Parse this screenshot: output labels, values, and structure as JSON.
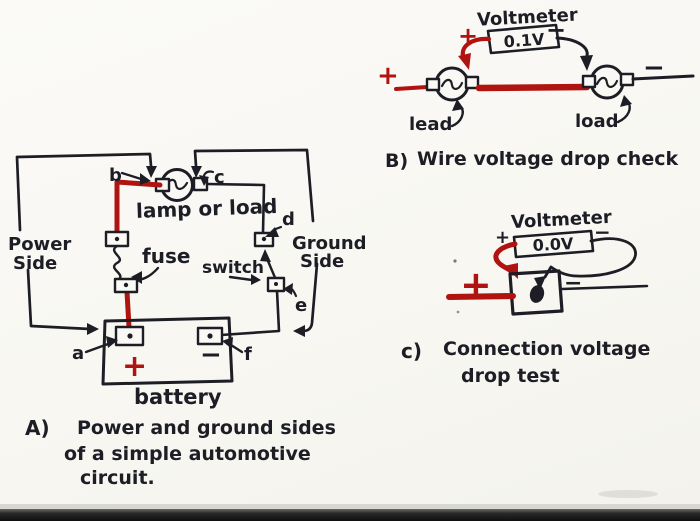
{
  "colors": {
    "ink": "#1d1d25",
    "marker_red": "#b01410",
    "paper": "#f9f8f4"
  },
  "diagram_a": {
    "component_labels": {
      "lamp": "lamp or load",
      "fuse": "fuse",
      "switch": "switch",
      "battery": "battery",
      "power_side_line1": "Power",
      "power_side_line2": "Side",
      "ground_side_line1": "Ground",
      "ground_side_line2": "Side"
    },
    "point_labels": {
      "a": "a",
      "b": "b",
      "c": "c",
      "d": "d",
      "e": "e",
      "f": "f"
    },
    "battery_plus": "+",
    "battery_minus": "−",
    "caption": {
      "prefix": "A)",
      "line1": "Power and ground sides",
      "line2": "of a simple automotive",
      "line3": "circuit."
    }
  },
  "diagram_b": {
    "voltmeter_label": "Voltmeter",
    "meter_reading": "0.1V",
    "meter_plus": "+",
    "meter_minus": "−",
    "supply_plus": "+",
    "supply_minus": "−",
    "left_connector_label": "lead",
    "right_connector_label": "load",
    "caption_prefix": "B)",
    "caption": "Wire voltage drop check"
  },
  "diagram_c": {
    "voltmeter_label": "Voltmeter",
    "meter_reading": "0.0V",
    "meter_plus": "+",
    "meter_minus": "−",
    "supply_plus": "+",
    "supply_minus": "−",
    "caption_prefix": "c)",
    "caption_line1": "Connection voltage",
    "caption_line2": "drop test"
  }
}
